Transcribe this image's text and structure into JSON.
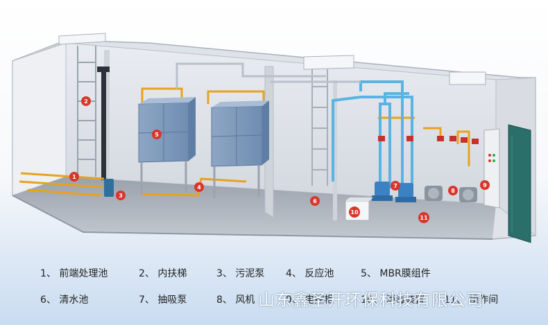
{
  "legend": [
    {
      "num": "1、",
      "label": "前端处理池"
    },
    {
      "num": "2、",
      "label": "内扶梯"
    },
    {
      "num": "3、",
      "label": "污泥泵"
    },
    {
      "num": "4、",
      "label": "反应池"
    },
    {
      "num": "5、",
      "label": "MBR膜组件"
    },
    {
      "num": "6、",
      "label": "清水池"
    },
    {
      "num": "7、",
      "label": "抽吸泵"
    },
    {
      "num": "8、",
      "label": "风机"
    },
    {
      "num": "9、",
      "label": "电控柜"
    },
    {
      "num": "10、",
      "label": "消毒装置"
    },
    {
      "num": "11、",
      "label": "操作间"
    }
  ],
  "markers": [
    "1",
    "2",
    "3",
    "4",
    "5",
    "6",
    "7",
    "8",
    "9",
    "10",
    "11"
  ],
  "watermark": "山东鑫圣开环保科技有限公司",
  "colors": {
    "marker": "#d9362b",
    "pipe_blue": "#5ab3e0",
    "pipe_orange": "#e8a21c",
    "wall": "#e6e9ee",
    "floor": "#b4bbc5"
  }
}
